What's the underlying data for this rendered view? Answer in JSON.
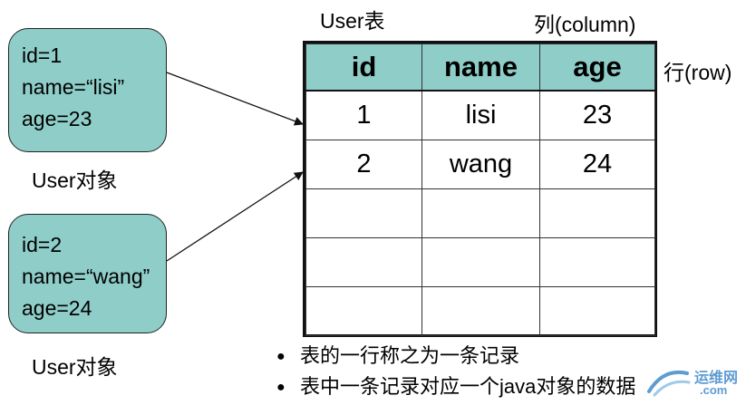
{
  "objects": [
    {
      "lines": [
        "id=1",
        "name=“lisi”",
        "age=23"
      ],
      "caption": "User对象"
    },
    {
      "lines": [
        "id=2",
        "name=“wang”",
        "age=24"
      ],
      "caption": "User对象"
    }
  ],
  "table": {
    "caption": "User表",
    "column_label": "列(column)",
    "row_label": "行(row)",
    "headers": [
      "id",
      "name",
      "age"
    ],
    "rows": [
      [
        "1",
        "lisi",
        "23"
      ],
      [
        "2",
        "wang",
        "24"
      ],
      [
        "",
        "",
        ""
      ],
      [
        "",
        "",
        ""
      ],
      [
        "",
        "",
        ""
      ]
    ]
  },
  "notes": [
    "表的一行称之为一条记录",
    "表中一条记录对应一个java对象的数据"
  ],
  "watermark": {
    "title": "运维网",
    "subtitle": ".com"
  },
  "colors": {
    "fill": "#8ecdc8",
    "border": "#111111"
  }
}
